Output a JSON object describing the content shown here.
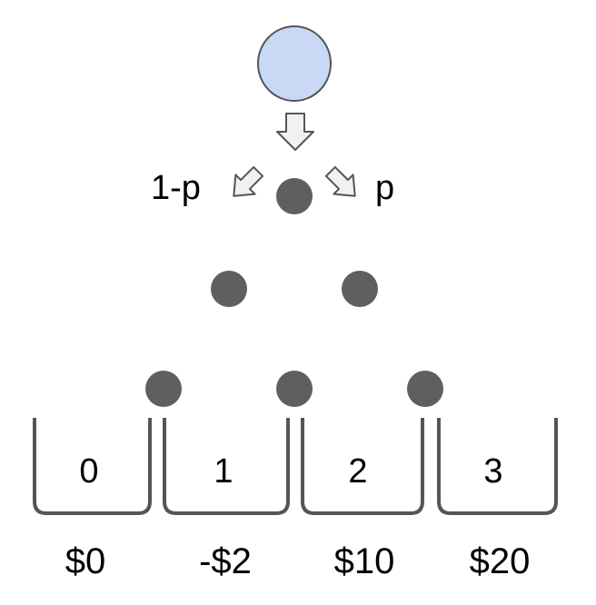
{
  "colors": {
    "ball_fill": "#c9d8f5",
    "ball_stroke": "#555555",
    "peg": "#5f5f5f",
    "arrow_fill": "#f1f1f1",
    "arrow_stroke": "#555555",
    "bin_stroke": "#555555"
  },
  "left_prob_label": "1-p",
  "right_prob_label": "p",
  "bins": [
    {
      "index_label": "0",
      "payout": "$0"
    },
    {
      "index_label": "1",
      "payout": "-$2"
    },
    {
      "index_label": "2",
      "payout": "$10"
    },
    {
      "index_label": "3",
      "payout": "$20"
    }
  ]
}
